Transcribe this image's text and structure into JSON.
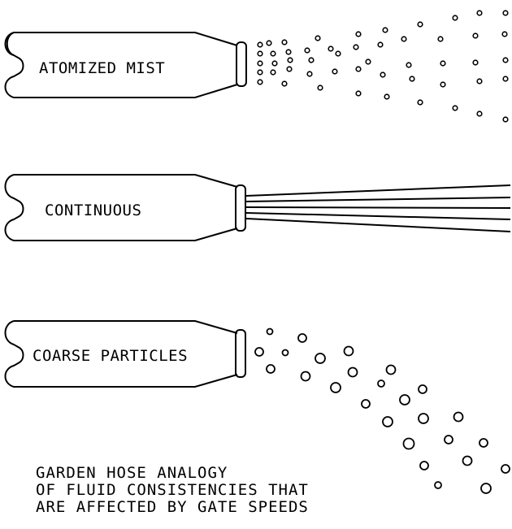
{
  "diagram": {
    "hoses": [
      {
        "id": "mist",
        "label": "ATOMIZED MIST",
        "spray": "mist"
      },
      {
        "id": "continuous",
        "label": "CONTINUOUS",
        "spray": "stream"
      },
      {
        "id": "coarse",
        "label": "COARSE PARTICLES",
        "spray": "coarse"
      }
    ],
    "caption_lines": [
      "GARDEN HOSE ANALOGY",
      "OF FLUID CONSISTENCIES THAT",
      "ARE AFFECTED BY GATE SPEEDS"
    ]
  }
}
